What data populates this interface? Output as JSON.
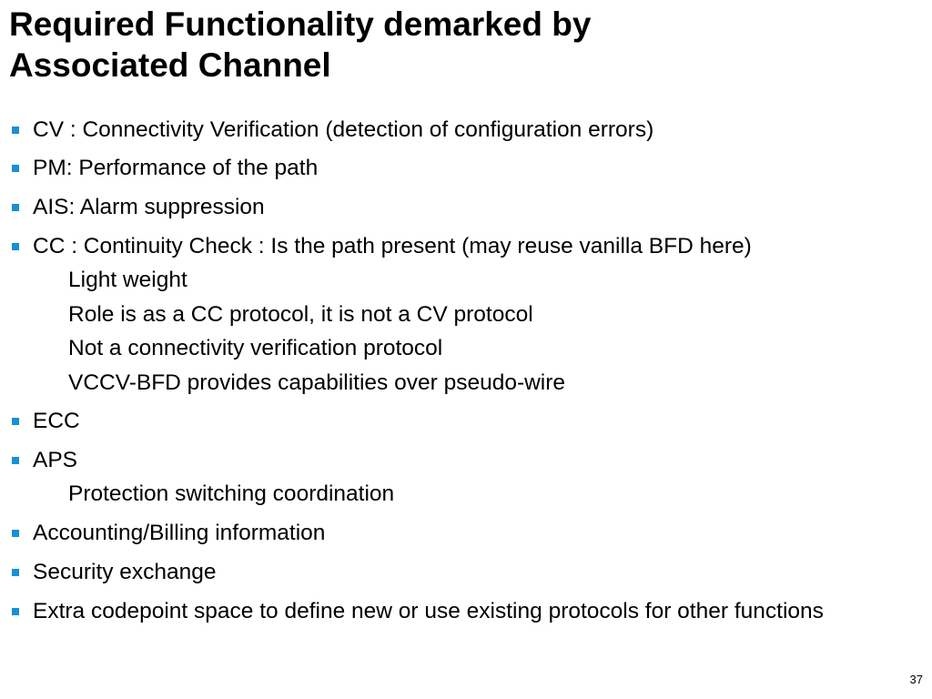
{
  "slide": {
    "title_line1": "Required Functionality demarked by",
    "title_line2": "Associated Channel",
    "bullet_color": "#1a8fd6",
    "items": [
      {
        "text": "CV : Connectivity Verification (detection of configuration errors)"
      },
      {
        "text": "PM:  Performance of the path"
      },
      {
        "text": "AIS: Alarm suppression"
      },
      {
        "text": "CC : Continuity Check : Is the path present (may reuse vanilla BFD here)",
        "subs": [
          "Light weight",
          "Role is as a CC protocol, it is not a CV protocol",
          "Not a connectivity verification protocol",
          "VCCV-BFD provides capabilities over pseudo-wire"
        ]
      },
      {
        "text": "ECC"
      },
      {
        "text": "APS",
        "subs": [
          "Protection switching coordination"
        ]
      },
      {
        "text": "Accounting/Billing information"
      },
      {
        "text": "Security exchange"
      },
      {
        "text": "Extra codepoint space to define new or use existing protocols for other functions"
      }
    ],
    "page_number": "37"
  }
}
